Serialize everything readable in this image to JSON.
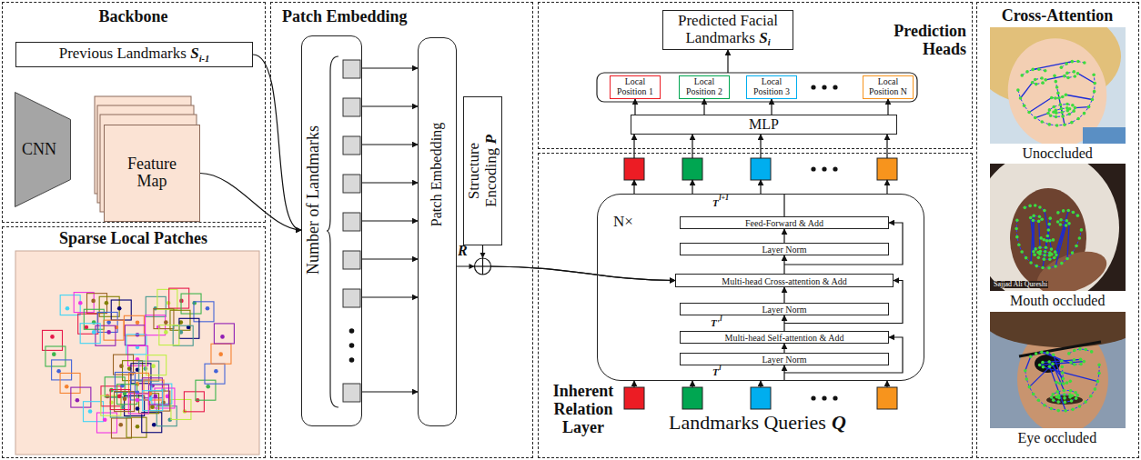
{
  "diagram": {
    "nodes": [
      {
        "text": [
          "Backbone"
        ]
      },
      {
        "text": [
          "Previous Landmarks",
          "S",
          "i-1"
        ],
        "in": 0
      },
      {
        "text": [
          "CNN"
        ],
        "in": 0
      },
      {
        "text": [
          "Feature Map"
        ],
        "in": 0
      },
      {
        "text": [
          "Sparse Local Patches"
        ]
      },
      {
        "text": [
          "Patch Embedding"
        ]
      },
      {
        "text": [
          "Number of Landmarks"
        ],
        "in": 5
      },
      {
        "text": [
          "Patch Embedding"
        ],
        "in": 5
      },
      {
        "text": [
          "Structure Encoding",
          "P"
        ],
        "in": 5
      },
      {
        "text": [
          "Prediction Heads"
        ]
      },
      {
        "text": [
          "Predicted Facial Landmarks",
          "S",
          "i"
        ],
        "in": 9
      },
      {
        "text": [
          "MLP"
        ],
        "in": 9
      },
      {
        "text": [
          "Local Position 1"
        ],
        "in": 9
      },
      {
        "text": [
          "Local Position 2"
        ],
        "in": 9
      },
      {
        "text": [
          "Local Position 3"
        ],
        "in": 9
      },
      {
        "text": [
          "Local Position N"
        ],
        "in": 9
      },
      {
        "text": [
          "Inherent Relation Layer"
        ]
      },
      {
        "text": [
          "N×"
        ],
        "in": 16
      },
      {
        "text": [
          "Feed-Forward & Add"
        ],
        "in": 17
      },
      {
        "text": [
          "Layer Norm"
        ],
        "in": 17
      },
      {
        "text": [
          "Multi-head Cross-attention & Add"
        ],
        "in": 17
      },
      {
        "text": [
          "Layer Norm"
        ],
        "in": 17
      },
      {
        "text": [
          "Multi-head Self-attention & Add"
        ],
        "in": 17
      },
      {
        "text": [
          "Layer Norm"
        ],
        "in": 17
      },
      {
        "text": [
          "Cross-Attention"
        ]
      }
    ],
    "edges": [
      {
        "from": 1,
        "to": 6,
        "arrow": "to"
      },
      {
        "from": 3,
        "to": 6,
        "arrow": "to"
      },
      {
        "from": 6,
        "to": 7,
        "arrow": "to"
      },
      {
        "from": 7,
        "to": 20,
        "arrow": "to"
      },
      {
        "from": 8,
        "to": 20,
        "arrow": "to"
      },
      {
        "from": 23,
        "to": 22,
        "arrow": "to"
      },
      {
        "from": 22,
        "to": 21,
        "arrow": "to"
      },
      {
        "from": 21,
        "to": 20,
        "arrow": "to"
      },
      {
        "from": 20,
        "to": 19,
        "arrow": "to"
      },
      {
        "from": 19,
        "to": 18,
        "arrow": "to"
      },
      {
        "from": 11,
        "to": 12,
        "arrow": "to"
      },
      {
        "from": 11,
        "to": 13,
        "arrow": "to"
      },
      {
        "from": 11,
        "to": 14,
        "arrow": "to"
      },
      {
        "from": 11,
        "to": 15,
        "arrow": "to"
      }
    ],
    "labels": [
      "R",
      "T",
      "l+1",
      "T'",
      "l",
      "T",
      "l",
      "Landmarks Queries",
      "Q",
      "Unoccluded",
      "Sajjad Ali Qureshi",
      "Mouth occluded",
      "Eye occluded"
    ]
  }
}
